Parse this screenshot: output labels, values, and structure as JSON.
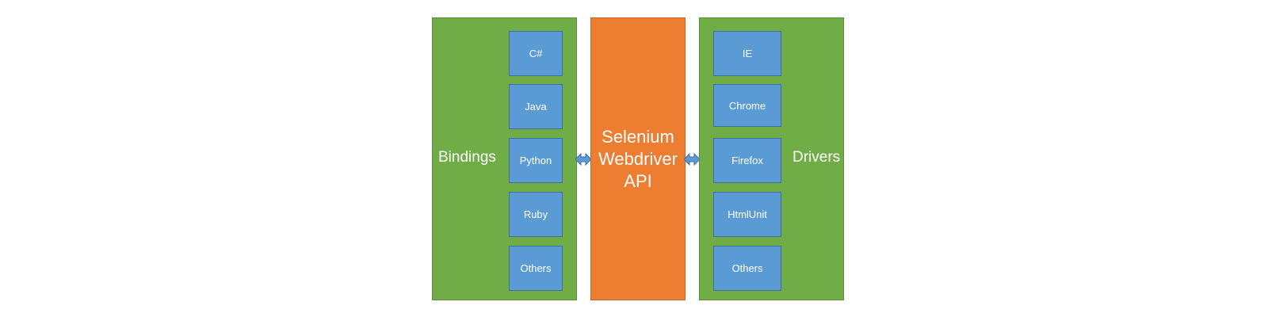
{
  "bindings": {
    "label": "Bindings",
    "items": [
      {
        "label": "C#"
      },
      {
        "label": "Java"
      },
      {
        "label": "Python"
      },
      {
        "label": "Ruby"
      },
      {
        "label": "Others"
      }
    ]
  },
  "api": {
    "lines": [
      "Selenium",
      "Webdriver",
      "API"
    ]
  },
  "drivers": {
    "label": "Drivers",
    "items": [
      {
        "label": "IE"
      },
      {
        "label": "Chrome"
      },
      {
        "label": "Firefox"
      },
      {
        "label": "HtmlUnit"
      },
      {
        "label": "Others"
      }
    ]
  },
  "colors": {
    "panel_green": "#70ad47",
    "api_orange": "#ed7d31",
    "box_blue": "#5b9bd5",
    "arrow_blue": "#5b9bd5",
    "text": "#ffffff"
  }
}
